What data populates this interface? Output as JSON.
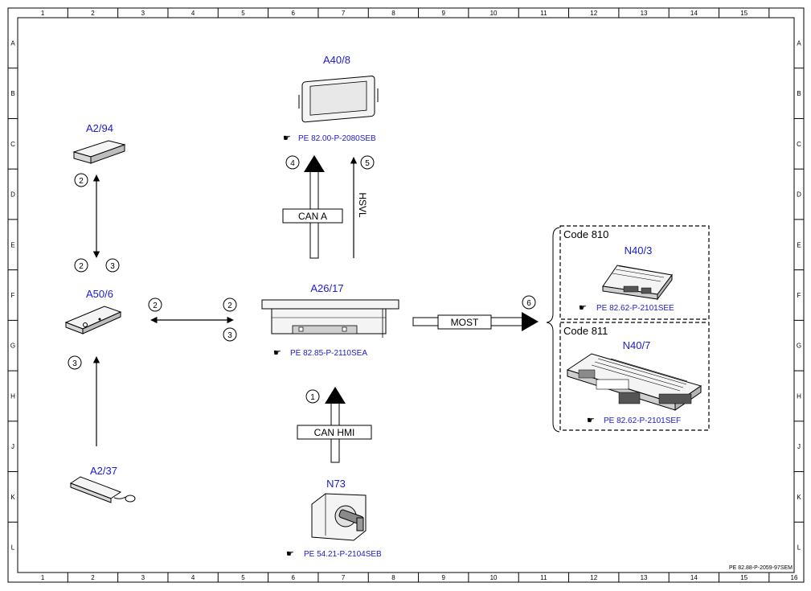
{
  "ruler": {
    "columns": [
      "1",
      "2",
      "3",
      "4",
      "5",
      "6",
      "7",
      "8",
      "9",
      "10",
      "11",
      "12",
      "13",
      "14",
      "15",
      "16"
    ],
    "rows": [
      "A",
      "B",
      "C",
      "D",
      "E",
      "F",
      "G",
      "H",
      "J",
      "K",
      "L"
    ]
  },
  "components": {
    "a40_8": {
      "label": "A40/8",
      "ref": "PE 82.00-P-2080SEB"
    },
    "a2_94": {
      "label": "A2/94"
    },
    "a50_6": {
      "label": "A50/6"
    },
    "a26_17": {
      "label": "A26/17",
      "ref": "PE 82.85-P-2110SEA"
    },
    "a2_37": {
      "label": "A2/37"
    },
    "n73": {
      "label": "N73",
      "ref": "PE 54.21-P-2104SEB"
    },
    "n40_3": {
      "label": "N40/3",
      "ref": "PE 82.62-P-2101SEE"
    },
    "n40_7": {
      "label": "N40/7",
      "ref": "PE 82.62-P-2101SEF"
    }
  },
  "codes": {
    "code_810": "Code 810",
    "code_811": "Code 811"
  },
  "buses": {
    "can_a": "CAN A",
    "hsvl": "HSVL",
    "most": "MOST",
    "can_hmi": "CAN HMI"
  },
  "markers": {
    "m_a2_94_top": "2",
    "m_a50_left": "2",
    "m_a50_right": "3",
    "m_a50_bottom": "3",
    "m_link_left": "2",
    "m_link_right_top": "2",
    "m_link_right_bottom": "3",
    "m_can_a": "4",
    "m_hsvl": "5",
    "m_most": "6",
    "m_can_hmi": "1"
  },
  "doc_id": "PE 82.88-P-2059-97SEM"
}
